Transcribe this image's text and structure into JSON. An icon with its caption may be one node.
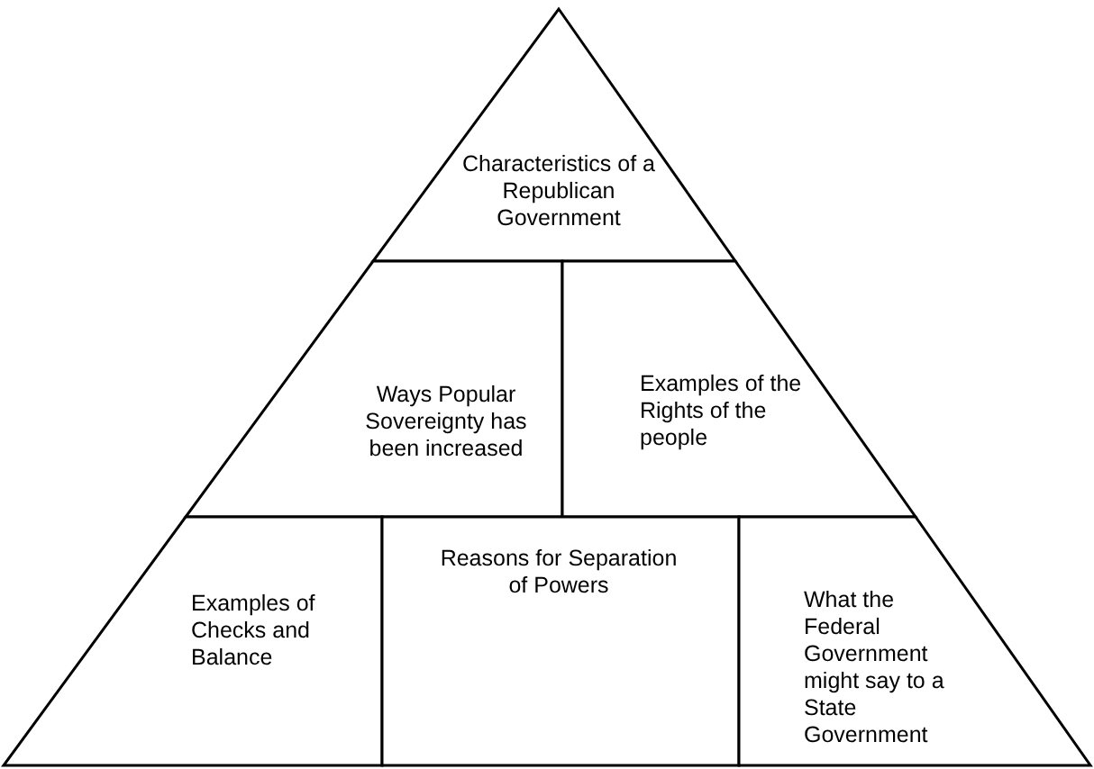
{
  "diagram": {
    "nodes": [
      {
        "text": [
          "Characteristics of a Republican Government"
        ]
      },
      {
        "text": [
          "Ways Popular Sovereignty has been increased"
        ]
      },
      {
        "text": [
          "Examples of the Rights of the people"
        ]
      },
      {
        "text": [
          "Examples of Checks and Balance"
        ]
      },
      {
        "text": [
          "Reasons for Separation of Powers"
        ]
      },
      {
        "text": [
          "What the Federal Government might say to a State Government"
        ]
      }
    ]
  }
}
